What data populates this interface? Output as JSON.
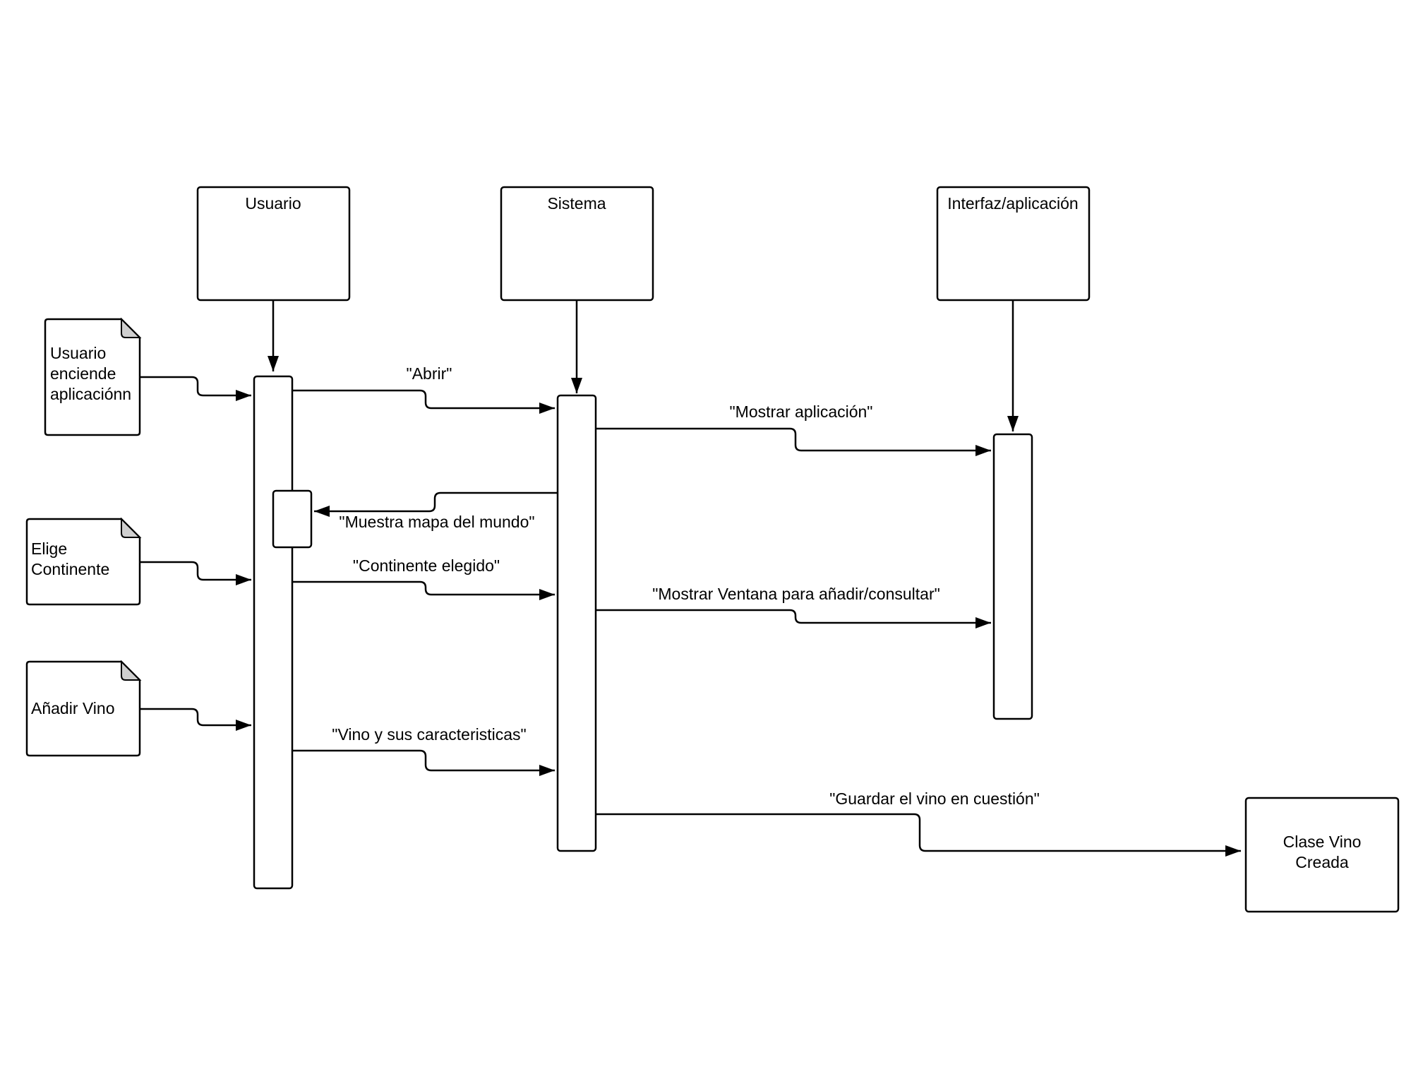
{
  "participants": {
    "usuario": "Usuario",
    "sistema": "Sistema",
    "interfaz": "Interfaz/aplicación"
  },
  "notes": {
    "enciende": [
      "Usuario",
      "enciende",
      "aplicaciónn"
    ],
    "continente": [
      "Elige",
      "Continente"
    ],
    "anadir": [
      "Añadir Vino"
    ]
  },
  "messages": {
    "abrir": "\"Abrir\"",
    "mostrar_aplicacion": "\"Mostrar aplicación\"",
    "mapa": "\"Muestra mapa del mundo\"",
    "continente_elegido": "\"Continente elegido\"",
    "mostrar_ventana": "\"Mostrar Ventana para añadir/consultar\"",
    "vino_caracteristicas": "\"Vino y sus caracteristicas\"",
    "guardar": "\"Guardar el vino en cuestión\""
  },
  "result_box": [
    "Clase Vino",
    "Creada"
  ]
}
